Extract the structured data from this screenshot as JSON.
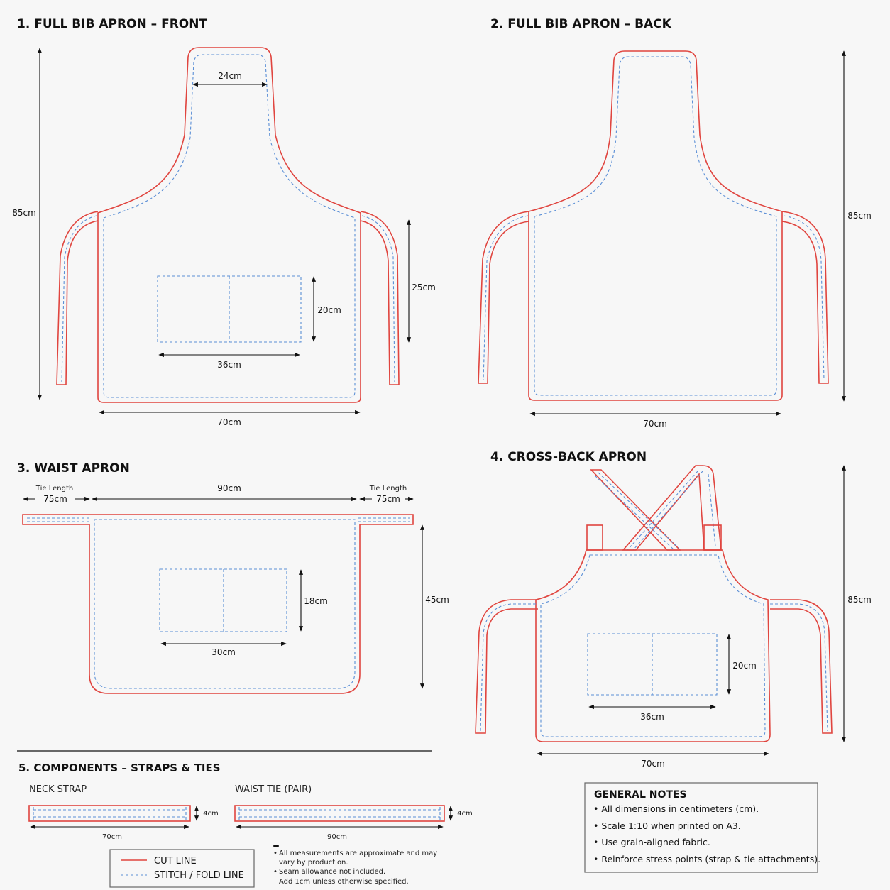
{
  "sections": {
    "front": {
      "title": "1. FULL BIB APRON – FRONT",
      "neck_width": "24cm",
      "height": "85cm",
      "pocket_height": "20cm",
      "pocket_width": "36cm",
      "pocket_offset": "25cm",
      "width": "70cm"
    },
    "back": {
      "title": "2. FULL BIB APRON – BACK",
      "height": "85cm",
      "width": "70cm"
    },
    "waist": {
      "title": "3. WAIST APRON",
      "tie_label_left": "Tie Length",
      "tie_length_left": "75cm",
      "body_width": "90cm",
      "tie_label_right": "Tie Length",
      "tie_length_right": "75cm",
      "height": "45cm",
      "pocket_height": "18cm",
      "pocket_width": "30cm"
    },
    "cross": {
      "title": "4. CROSS-BACK APRON",
      "height": "85cm",
      "pocket_height": "20cm",
      "pocket_width": "36cm",
      "width": "70cm"
    },
    "components": {
      "title": "5. COMPONENTS – STRAPS & TIES",
      "neck_strap": {
        "label": "NECK STRAP",
        "width": "4cm",
        "length": "70cm"
      },
      "waist_tie": {
        "label": "WAIST TIE (PAIR)",
        "width": "4cm",
        "length": "90cm"
      }
    }
  },
  "legend": {
    "cut": "CUT LINE",
    "stitch": "STITCH / FOLD LINE",
    "cut_color": "#e0453f",
    "stitch_color": "#5b8fd6"
  },
  "footnotes": [
    "All measurements are approximate and may",
    "vary by production.",
    "Seam allowance not included.",
    "Add 1cm unless otherwise specified."
  ],
  "general_notes": {
    "title": "GENERAL NOTES",
    "items": [
      "• All dimensions in centimeters (cm).",
      "• Scale 1:10 when printed on A3.",
      "• Use grain-aligned fabric.",
      "• Reinforce stress points (strap & tie attachments)."
    ]
  }
}
